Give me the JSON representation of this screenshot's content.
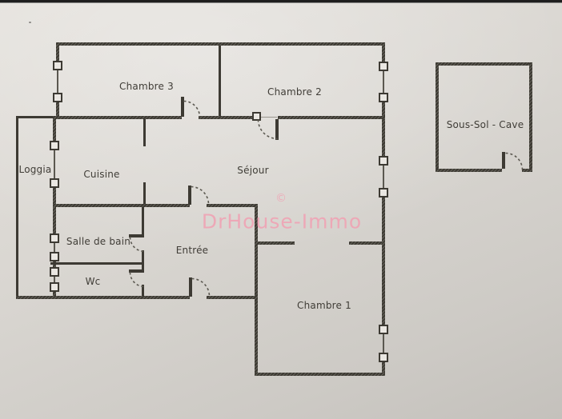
{
  "rooms": {
    "chambre3": {
      "label": "Chambre 3"
    },
    "chambre2": {
      "label": "Chambre 2"
    },
    "sejour": {
      "label": "Séjour"
    },
    "cuisine": {
      "label": "Cuisine"
    },
    "loggia": {
      "label": "Loggia"
    },
    "salle_de_bain": {
      "label": "Salle de bain"
    },
    "wc": {
      "label": "Wc"
    },
    "entree": {
      "label": "Entrée"
    },
    "chambre1": {
      "label": "Chambre 1"
    },
    "cave": {
      "label": "Sous-Sol - Cave"
    }
  },
  "watermark": {
    "copyright": "©",
    "text": "DrHouse-Immo",
    "color": "#efa5b5"
  },
  "colors": {
    "paper-light": "#e4e1dc",
    "paper": "#d9d6d1",
    "paper-dark": "#cdcac5",
    "paper-darker": "#c4c1bc",
    "wall": "#3d3a33",
    "wall-light": "#5b5850",
    "postfill": "#eae7e2",
    "text": "#403d37",
    "watermark": "#efa5b5",
    "edge": "#1e1e1e"
  }
}
